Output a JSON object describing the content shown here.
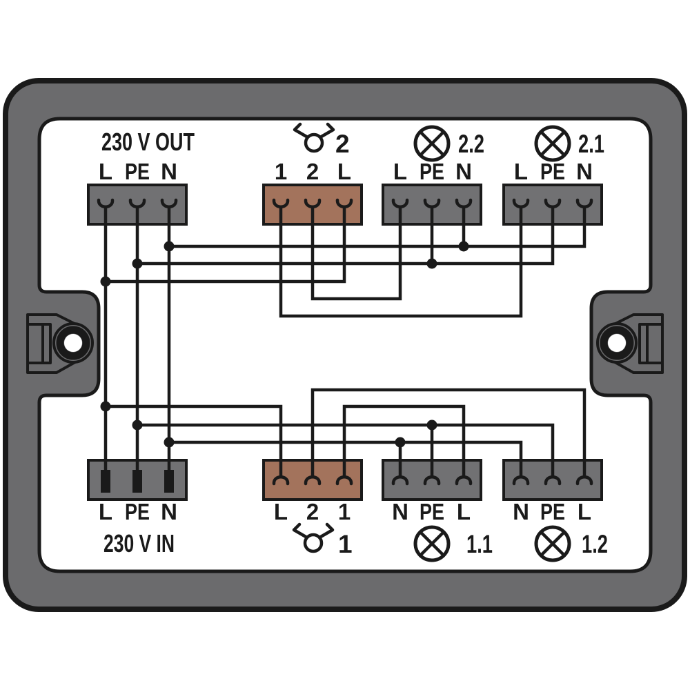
{
  "colors": {
    "frame_gray": "#6b6b6d",
    "block_gray": "#717173",
    "switch_brown": "#a3735c",
    "line_black": "#1a1a1a",
    "background_white": "#ffffff"
  },
  "top_row": {
    "power_out": {
      "title": "230 V OUT",
      "terminals": [
        "L",
        "PE",
        "N"
      ],
      "block_type": "gray-terminal-block"
    },
    "switch_2": {
      "terminals": [
        "1",
        "2",
        "L"
      ],
      "device": "two-way-switch",
      "device_id": "2",
      "block_type": "brown-terminal-block"
    },
    "lamp_2_2": {
      "terminals": [
        "L",
        "PE",
        "N"
      ],
      "device": "lamp",
      "device_id": "2.2",
      "block_type": "gray-terminal-block"
    },
    "lamp_2_1": {
      "terminals": [
        "L",
        "PE",
        "N"
      ],
      "device": "lamp",
      "device_id": "2.1",
      "block_type": "gray-terminal-block"
    }
  },
  "bottom_row": {
    "power_in": {
      "title": "230 V IN",
      "terminals": [
        "L",
        "PE",
        "N"
      ],
      "block_type": "gray-terminal-block-with-pins"
    },
    "switch_1": {
      "terminals": [
        "L",
        "2",
        "1"
      ],
      "device": "two-way-switch",
      "device_id": "1",
      "block_type": "brown-terminal-block"
    },
    "lamp_1_1": {
      "terminals": [
        "N",
        "PE",
        "L"
      ],
      "device": "lamp",
      "device_id": "1.1",
      "block_type": "gray-terminal-block"
    },
    "lamp_1_2": {
      "terminals": [
        "N",
        "PE",
        "L"
      ],
      "device": "lamp",
      "device_id": "1.2",
      "block_type": "gray-terminal-block"
    }
  },
  "icons": {
    "two_way_switch_icon": "circle with two angled strokes",
    "lamp_icon": "circle with diagonal cross",
    "mounting_lug_icon": "screw hole lug"
  },
  "connections": [
    {
      "net": "L-feed",
      "nodes": [
        "230V-IN.L",
        "230V-OUT.L",
        "switch-1.L",
        "switch-2.L"
      ]
    },
    {
      "net": "PE",
      "nodes": [
        "230V-IN.PE",
        "230V-OUT.PE",
        "lamp-1.1.PE",
        "lamp-1.2.PE",
        "lamp-2.2.PE",
        "lamp-2.1.PE"
      ]
    },
    {
      "net": "N",
      "nodes": [
        "230V-IN.N",
        "230V-OUT.N",
        "lamp-1.1.N",
        "lamp-1.2.N",
        "lamp-2.2.N",
        "lamp-2.1.N"
      ]
    },
    {
      "net": "switched-1.1",
      "nodes": [
        "switch-1.1",
        "lamp-1.1.L"
      ]
    },
    {
      "net": "switched-1.2",
      "nodes": [
        "switch-1.2",
        "lamp-1.2.L"
      ]
    },
    {
      "net": "switched-2.1",
      "nodes": [
        "switch-2.1",
        "lamp-2.1.L"
      ]
    },
    {
      "net": "switched-2.2",
      "nodes": [
        "switch-2.2",
        "lamp-2.2.L"
      ]
    }
  ]
}
